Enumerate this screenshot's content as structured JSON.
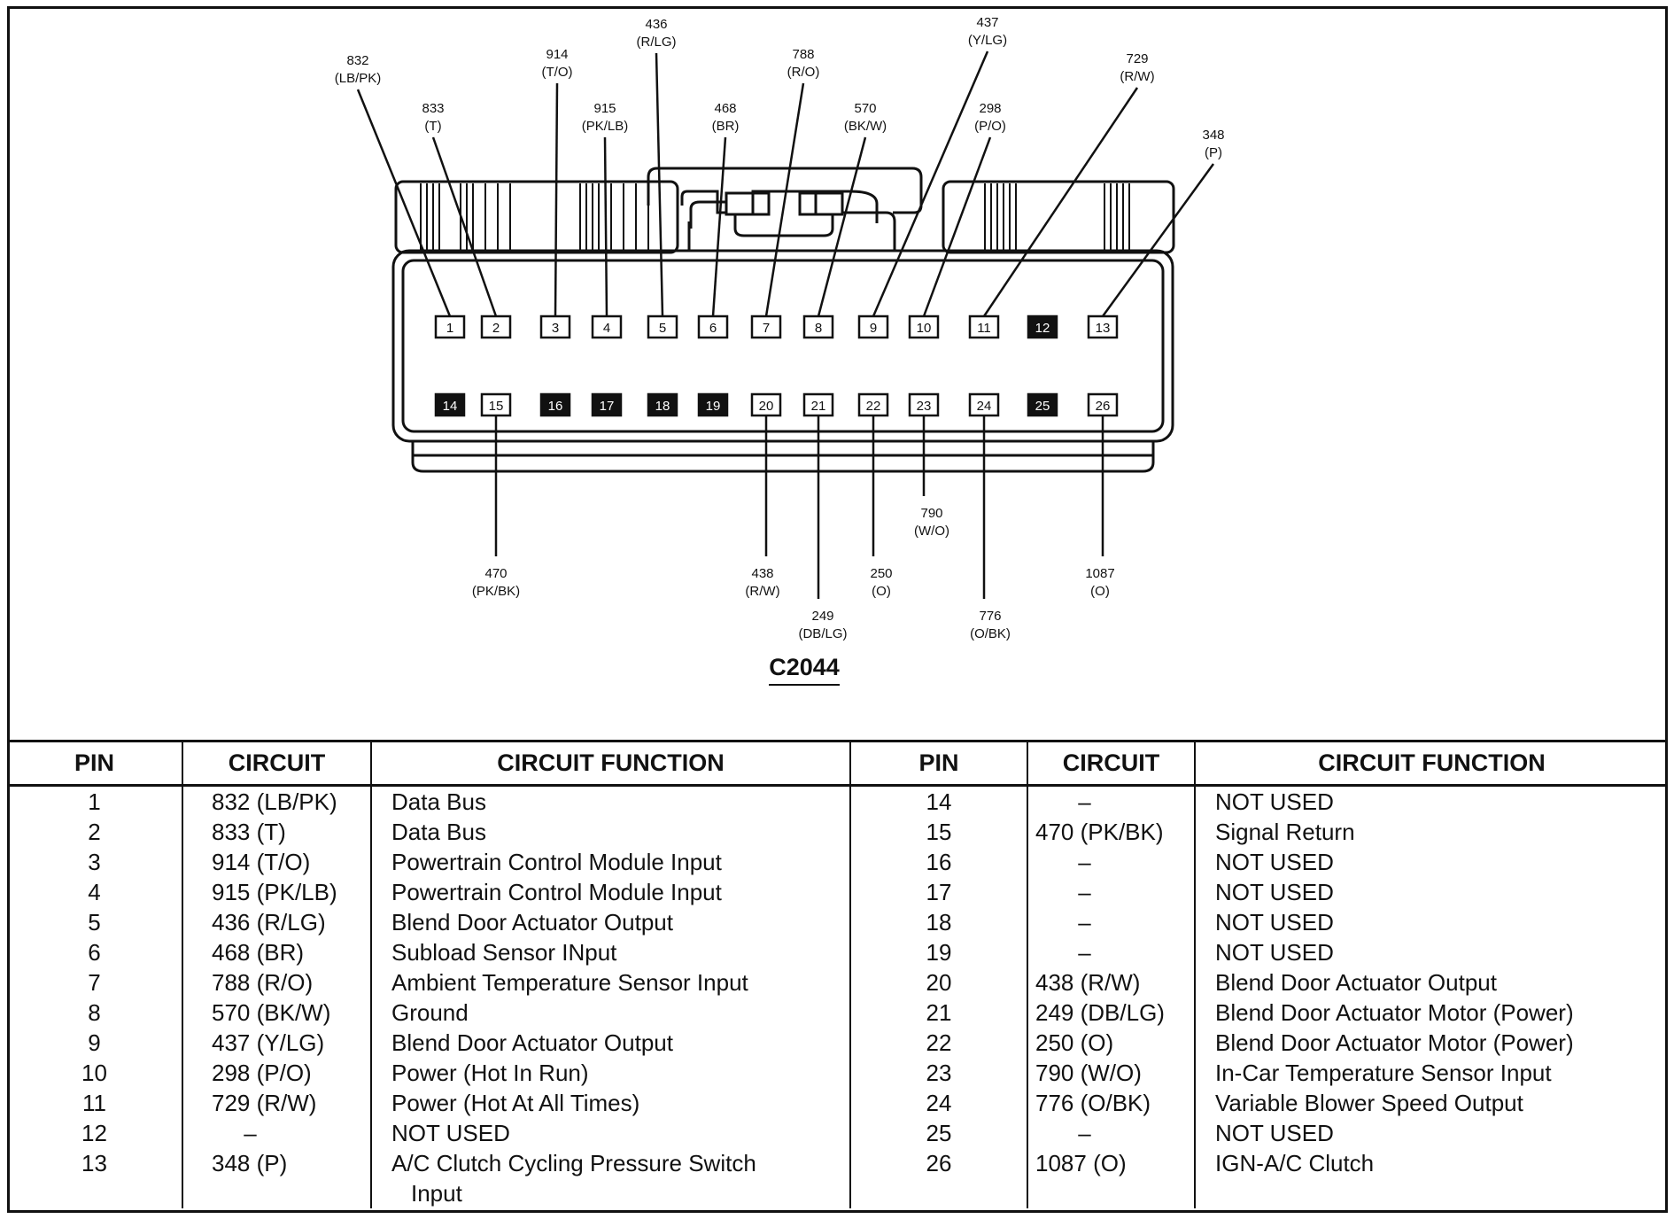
{
  "connector": {
    "name": "C2044",
    "top_row": [
      {
        "pin": "1",
        "filled": false,
        "circuit": "832",
        "color": "(LB/PK)"
      },
      {
        "pin": "2",
        "filled": false,
        "circuit": "833",
        "color": "(T)"
      },
      {
        "pin": "3",
        "filled": false,
        "circuit": "914",
        "color": "(T/O)"
      },
      {
        "pin": "4",
        "filled": false,
        "circuit": "915",
        "color": "(PK/LB)"
      },
      {
        "pin": "5",
        "filled": false,
        "circuit": "436",
        "color": "(R/LG)"
      },
      {
        "pin": "6",
        "filled": false,
        "circuit": "468",
        "color": "(BR)"
      },
      {
        "pin": "7",
        "filled": false,
        "circuit": "788",
        "color": "(R/O)"
      },
      {
        "pin": "8",
        "filled": false,
        "circuit": "570",
        "color": "(BK/W)"
      },
      {
        "pin": "9",
        "filled": false,
        "circuit": "437",
        "color": "(Y/LG)"
      },
      {
        "pin": "10",
        "filled": false,
        "circuit": "298",
        "color": "(P/O)"
      },
      {
        "pin": "11",
        "filled": false,
        "circuit": "729",
        "color": "(R/W)"
      },
      {
        "pin": "12",
        "filled": true,
        "circuit": "",
        "color": ""
      },
      {
        "pin": "13",
        "filled": false,
        "circuit": "348",
        "color": "(P)"
      }
    ],
    "bottom_row": [
      {
        "pin": "14",
        "filled": true,
        "circuit": "",
        "color": ""
      },
      {
        "pin": "15",
        "filled": false,
        "circuit": "470",
        "color": "(PK/BK)"
      },
      {
        "pin": "16",
        "filled": true,
        "circuit": "",
        "color": ""
      },
      {
        "pin": "17",
        "filled": true,
        "circuit": "",
        "color": ""
      },
      {
        "pin": "18",
        "filled": true,
        "circuit": "",
        "color": ""
      },
      {
        "pin": "19",
        "filled": true,
        "circuit": "",
        "color": ""
      },
      {
        "pin": "20",
        "filled": false,
        "circuit": "438",
        "color": "(R/W)"
      },
      {
        "pin": "21",
        "filled": false,
        "circuit": "249",
        "color": "(DB/LG)"
      },
      {
        "pin": "22",
        "filled": false,
        "circuit": "250",
        "color": "(O)"
      },
      {
        "pin": "23",
        "filled": false,
        "circuit": "790",
        "color": "(W/O)"
      },
      {
        "pin": "24",
        "filled": false,
        "circuit": "776",
        "color": "(O/BK)"
      },
      {
        "pin": "25",
        "filled": true,
        "circuit": "",
        "color": ""
      },
      {
        "pin": "26",
        "filled": false,
        "circuit": "1087",
        "color": "(O)"
      }
    ]
  },
  "table": {
    "headers": [
      "PIN",
      "CIRCUIT",
      "CIRCUIT FUNCTION",
      "PIN",
      "CIRCUIT",
      "CIRCUIT FUNCTION"
    ],
    "left": [
      {
        "pin": "1",
        "circuit": "832 (LB/PK)",
        "function": "Data Bus"
      },
      {
        "pin": "2",
        "circuit": "833 (T)",
        "function": "Data Bus"
      },
      {
        "pin": "3",
        "circuit": "914 (T/O)",
        "function": "Powertrain Control Module Input"
      },
      {
        "pin": "4",
        "circuit": "915 (PK/LB)",
        "function": "Powertrain Control Module Input"
      },
      {
        "pin": "5",
        "circuit": "436 (R/LG)",
        "function": "Blend Door Actuator Output"
      },
      {
        "pin": "6",
        "circuit": "468 (BR)",
        "function": "Subload Sensor INput"
      },
      {
        "pin": "7",
        "circuit": "788 (R/O)",
        "function": "Ambient Temperature Sensor Input"
      },
      {
        "pin": "8",
        "circuit": "570 (BK/W)",
        "function": "Ground"
      },
      {
        "pin": "9",
        "circuit": "437 (Y/LG)",
        "function": "Blend Door Actuator Output"
      },
      {
        "pin": "10",
        "circuit": "298 (P/O)",
        "function": "Power (Hot In Run)"
      },
      {
        "pin": "11",
        "circuit": "729 (R/W)",
        "function": "Power (Hot At All Times)"
      },
      {
        "pin": "12",
        "circuit": "–",
        "function": "NOT USED"
      },
      {
        "pin": "13",
        "circuit": "348 (P)",
        "function": "A/C Clutch Cycling Pressure Switch",
        "function_cont": "Input"
      }
    ],
    "right": [
      {
        "pin": "14",
        "circuit": "–",
        "function": "NOT USED"
      },
      {
        "pin": "15",
        "circuit": "470 (PK/BK)",
        "function": "Signal Return"
      },
      {
        "pin": "16",
        "circuit": "–",
        "function": "NOT USED"
      },
      {
        "pin": "17",
        "circuit": "–",
        "function": "NOT USED"
      },
      {
        "pin": "18",
        "circuit": "–",
        "function": "NOT USED"
      },
      {
        "pin": "19",
        "circuit": "–",
        "function": "NOT USED"
      },
      {
        "pin": "20",
        "circuit": "438 (R/W)",
        "function": "Blend Door Actuator Output"
      },
      {
        "pin": "21",
        "circuit": "249 (DB/LG)",
        "function": "Blend Door Actuator Motor (Power)"
      },
      {
        "pin": "22",
        "circuit": "250 (O)",
        "function": "Blend Door Actuator Motor (Power)"
      },
      {
        "pin": "23",
        "circuit": "790 (W/O)",
        "function": "In-Car Temperature Sensor Input"
      },
      {
        "pin": "24",
        "circuit": "776 (O/BK)",
        "function": "Variable Blower Speed Output"
      },
      {
        "pin": "25",
        "circuit": "–",
        "function": "NOT USED"
      },
      {
        "pin": "26",
        "circuit": "1087 (O)",
        "function": "IGN-A/C Clutch"
      }
    ]
  }
}
